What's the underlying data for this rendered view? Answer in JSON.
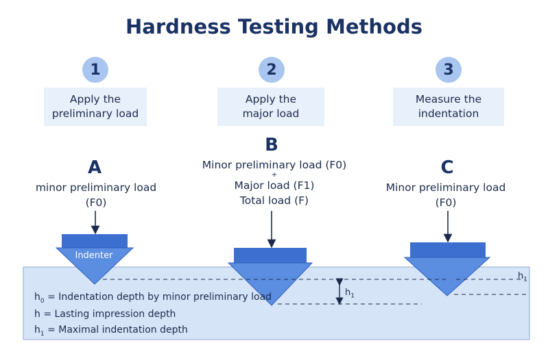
{
  "title": "Hardness Testing Methods",
  "steps": [
    {
      "number": "1",
      "text_line1": "Apply the",
      "text_line2": "preliminary load"
    },
    {
      "number": "2",
      "text_line1": "Apply the",
      "text_line2": "major load"
    },
    {
      "number": "3",
      "text_line1": "Measure the",
      "text_line2": "indentation"
    }
  ],
  "stages": {
    "a": {
      "letter": "A",
      "line1": "minor preliminary load",
      "line2": "(F0)"
    },
    "b": {
      "letter": "B",
      "line1": "Minor preliminary load (F0)",
      "plus": "+",
      "line2": "Major load (F1)",
      "line3": "Total load (F)"
    },
    "c": {
      "letter": "C",
      "line1": "Minor preliminary load",
      "line2": "(F0)"
    }
  },
  "indenter_label": "Indenter",
  "depth_labels": {
    "h1_main": "h",
    "h1_sub": "1",
    "h1_right": "h",
    "h1_right_sub": "1"
  },
  "legend": [
    {
      "symbol": "h",
      "sub": "0",
      "text": "= Indentation depth by minor preliminary load"
    },
    {
      "symbol": "h",
      "sub": "",
      "text": "= Lasting impression depth"
    },
    {
      "symbol": "h",
      "sub": "1",
      "text": "= Maximal indentation depth"
    }
  ],
  "colors": {
    "title": "#1b3364",
    "step_circle": "#a9c6f0",
    "step_box": "#e8f0fb",
    "material": "#d6e4f8",
    "indenter_body": "#5b8de0",
    "indenter_cap": "#3d6fd1"
  }
}
